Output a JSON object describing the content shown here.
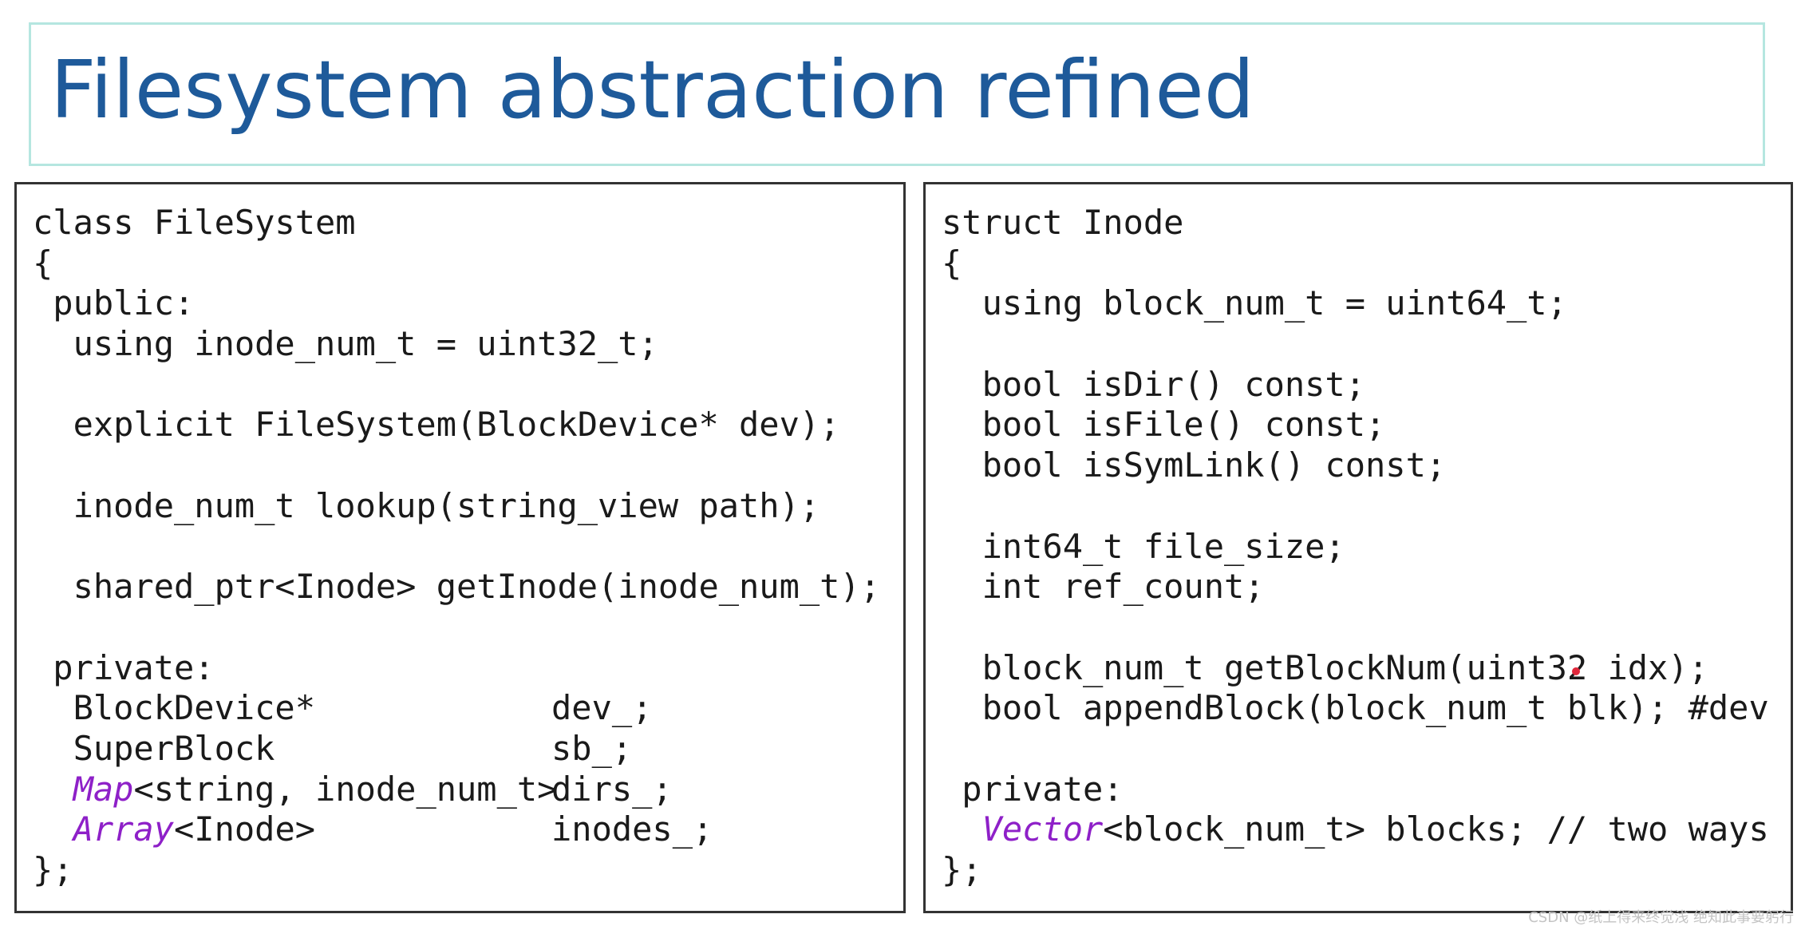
{
  "slide": {
    "title": "Filesystem abstraction refined"
  },
  "left_panel": {
    "lines": [
      {
        "text": "class FileSystem"
      },
      {
        "text": "{"
      },
      {
        "text": " public:"
      },
      {
        "text": "  using inode_num_t = uint32_t;"
      },
      {
        "text": ""
      },
      {
        "text": "  explicit FileSystem(BlockDevice* dev);"
      },
      {
        "text": ""
      },
      {
        "text": "  inode_num_t lookup(string_view path);"
      },
      {
        "text": ""
      },
      {
        "text": "  shared_ptr<Inode> getInode(inode_num_t);"
      },
      {
        "text": ""
      },
      {
        "text": " private:"
      },
      {
        "text": "  BlockDevice*",
        "member": "dev_;"
      },
      {
        "text": "  SuperBlock",
        "member": "sb_;"
      },
      {
        "type": "Map",
        "rest": "<string, inode_num_t>",
        "member": "dirs_;"
      },
      {
        "type": "Array",
        "rest": "<Inode>",
        "member": "inodes_;"
      },
      {
        "text": "};"
      }
    ]
  },
  "right_panel": {
    "lines": [
      {
        "text": "struct Inode"
      },
      {
        "text": "{"
      },
      {
        "text": "  using block_num_t = uint64_t;"
      },
      {
        "text": ""
      },
      {
        "text": "  bool isDir() const;"
      },
      {
        "text": "  bool isFile() const;"
      },
      {
        "text": "  bool isSymLink() const;"
      },
      {
        "text": ""
      },
      {
        "text": "  int64_t file_size;"
      },
      {
        "text": "  int ref_count;"
      },
      {
        "text": ""
      },
      {
        "text": "  block_num_t getBlockNum(uint32 idx);"
      },
      {
        "text": "  bool appendBlock(block_num_t blk); #dev"
      },
      {
        "text": ""
      },
      {
        "text": " private:"
      },
      {
        "type": "Vector",
        "rest": "<block_num_t> blocks; // two ways",
        "indent": "  "
      },
      {
        "text": "};"
      }
    ]
  },
  "watermark": "CSDN @纸上得来终觉浅 绝知此事要躬行",
  "colors": {
    "title": "#1e5a9a",
    "title_border": "#b5e6e0",
    "panel_border": "#333333",
    "type_keyword": "#8e20c8",
    "cursor_dot": "#e0283c"
  }
}
